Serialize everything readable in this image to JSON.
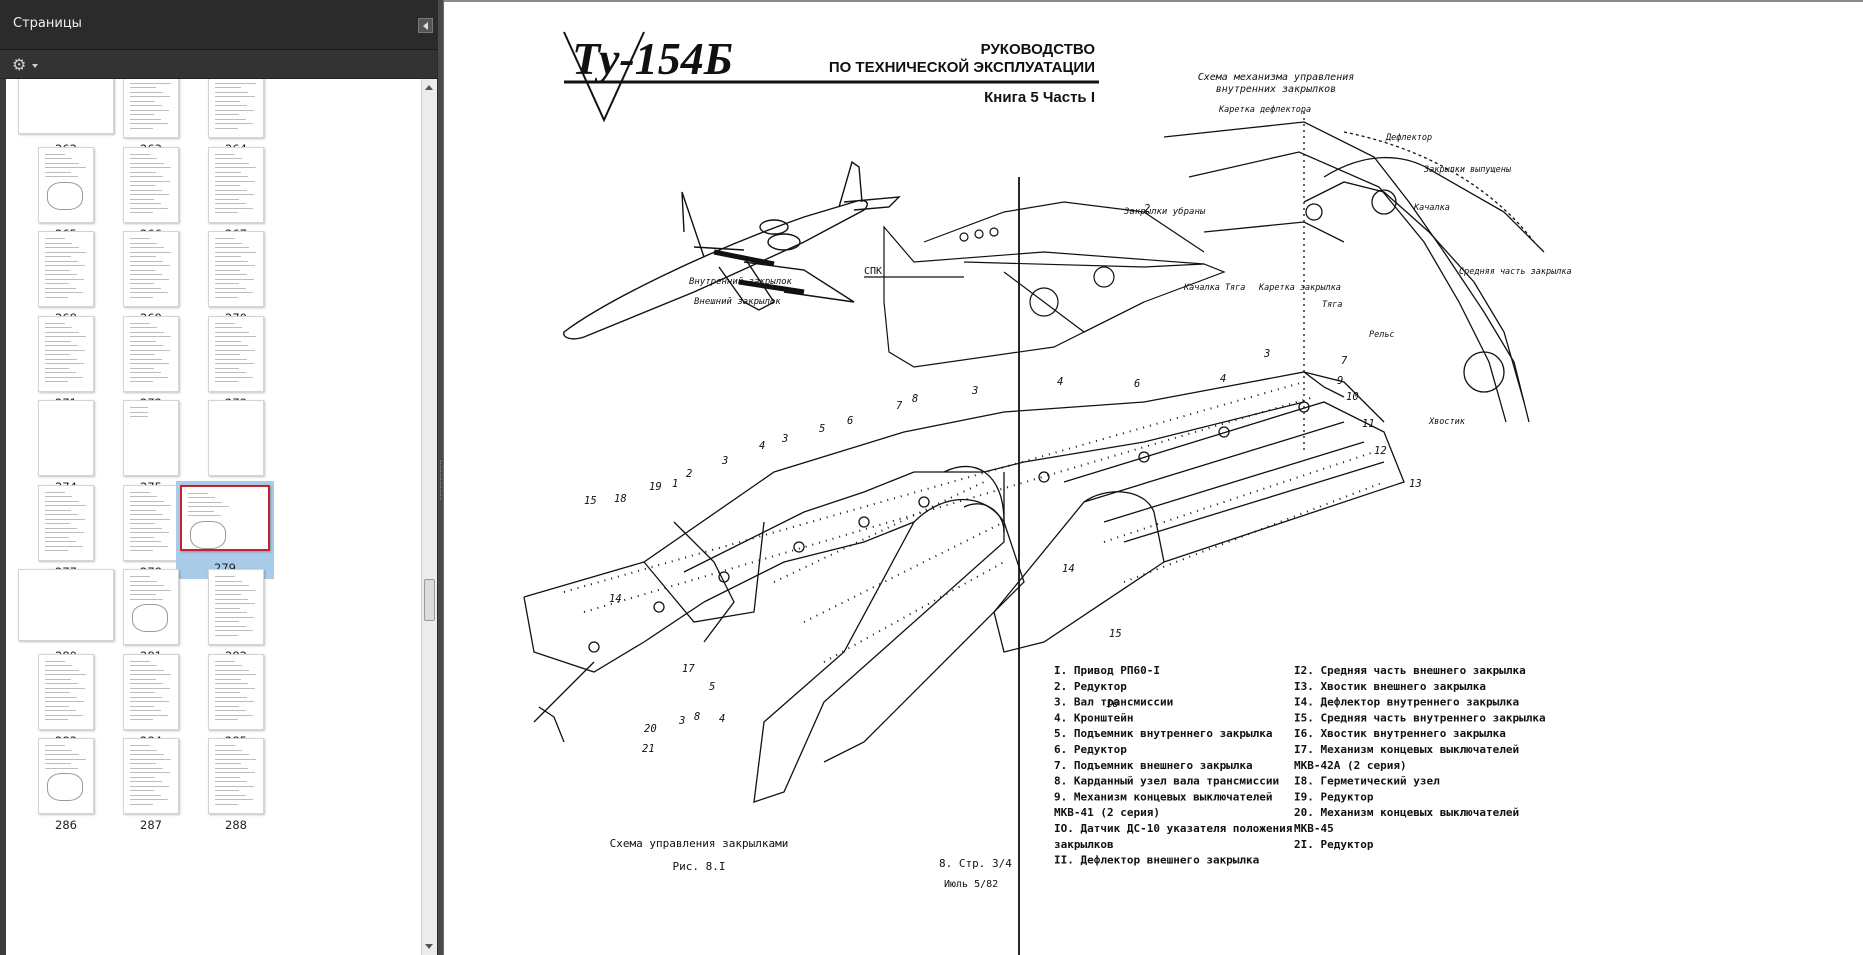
{
  "pages_panel": {
    "title": "Страницы",
    "options_icon": "gear-icon",
    "collapse_icon": "chevron-left-icon",
    "selected_page": "279",
    "thumbnails": [
      {
        "label": "262",
        "kind": "landscape-blank"
      },
      {
        "label": "263",
        "kind": "portrait-text"
      },
      {
        "label": "264",
        "kind": "portrait-text"
      },
      {
        "label": "265",
        "kind": "portrait-figure"
      },
      {
        "label": "266",
        "kind": "portrait-text"
      },
      {
        "label": "267",
        "kind": "portrait-text"
      },
      {
        "label": "268",
        "kind": "portrait-text"
      },
      {
        "label": "269",
        "kind": "portrait-text"
      },
      {
        "label": "270",
        "kind": "portrait-text"
      },
      {
        "label": "271",
        "kind": "portrait-text"
      },
      {
        "label": "272",
        "kind": "portrait-text"
      },
      {
        "label": "273",
        "kind": "portrait-text"
      },
      {
        "label": "274",
        "kind": "portrait-blank"
      },
      {
        "label": "275",
        "kind": "portrait-sparse"
      },
      {
        "label": "276",
        "kind": "portrait-blank"
      },
      {
        "label": "277",
        "kind": "portrait-text"
      },
      {
        "label": "278",
        "kind": "portrait-text"
      },
      {
        "label": "279",
        "kind": "landscape-figure"
      },
      {
        "label": "280",
        "kind": "landscape-blank"
      },
      {
        "label": "281",
        "kind": "portrait-figure"
      },
      {
        "label": "282",
        "kind": "portrait-text"
      },
      {
        "label": "283",
        "kind": "portrait-text"
      },
      {
        "label": "284",
        "kind": "portrait-text"
      },
      {
        "label": "285",
        "kind": "portrait-text"
      },
      {
        "label": "286",
        "kind": "portrait-figure"
      },
      {
        "label": "287",
        "kind": "portrait-text"
      },
      {
        "label": "288",
        "kind": "portrait-text"
      }
    ]
  },
  "document": {
    "logo_text": "Ту-154Б",
    "header_line1": "РУКОВОДСТВО",
    "header_line2": "ПО ТЕХНИЧЕСКОЙ ЭКСПЛУАТАЦИИ",
    "header_line3": "Книга 5  Часть I",
    "scheme_title_1": "Схема механизма управления",
    "scheme_title_2": "внутренних закрылков",
    "plane_label_inner": "Внутренний закрылок",
    "plane_label_outer": "Внешний закрылок",
    "section_labels": {
      "spk": "СПК",
      "flap_fairing": "Закрылки убраны",
      "carriage": "Каретка дефлектора",
      "deflector": "Дефлектор",
      "flaps_extended": "Закрылки выпущены",
      "rocker": "Качалка",
      "middle": "Средняя часть закрылка",
      "rocker_bar": "Качалка Тяга",
      "flap_carriage": "Каретка закрылка",
      "beam": "Тяга",
      "rail": "Рельс",
      "tail": "Хвостик"
    },
    "legend_left": [
      "I.  Привод РП60-I",
      "2.  Редуктор",
      "3.  Вал трансмиссии",
      "4.  Кронштейн",
      "5.  Подъемник внутреннего закрылка",
      "6.  Редуктор",
      "7.  Подъемник внешнего закрылка",
      "8.  Карданный узел вала трансмиссии",
      "9.  Механизм концевых выключателей",
      "    МКВ-41 (2 серия)",
      "IO. Датчик ДС-10 указателя положения",
      "    закрылков",
      "II. Дефлектор внешнего закрылка"
    ],
    "legend_right": [
      "I2. Средняя часть внешнего закрылка",
      "I3. Хвостик внешнего закрылка",
      "I4. Дефлектор внутреннего закрылка",
      "I5. Средняя часть внутреннего закрылка",
      "I6. Хвостик внутреннего закрылка",
      "I7. Механизм концевых выключателей",
      "    МКВ-42А (2 серия)",
      "I8. Герметический узел",
      "I9. Редуктор",
      "20. Механизм концевых выключателей",
      "    МКВ-45",
      "2I. Редуктор"
    ],
    "caption_line1": "Схема управления закрылками",
    "caption_line2": "Рис. 8.I",
    "page_ref": "8. Стр. 3/4",
    "date": "Июль 5/82",
    "callouts": [
      "18",
      "19",
      "1",
      "2",
      "3",
      "4",
      "3",
      "5",
      "6",
      "7",
      "8",
      "3",
      "4",
      "6",
      "4",
      "3",
      "7",
      "9",
      "10",
      "11",
      "12",
      "13",
      "14",
      "15",
      "16",
      "17",
      "5",
      "4",
      "8",
      "3",
      "20",
      "21",
      "14",
      "15",
      "2"
    ]
  }
}
